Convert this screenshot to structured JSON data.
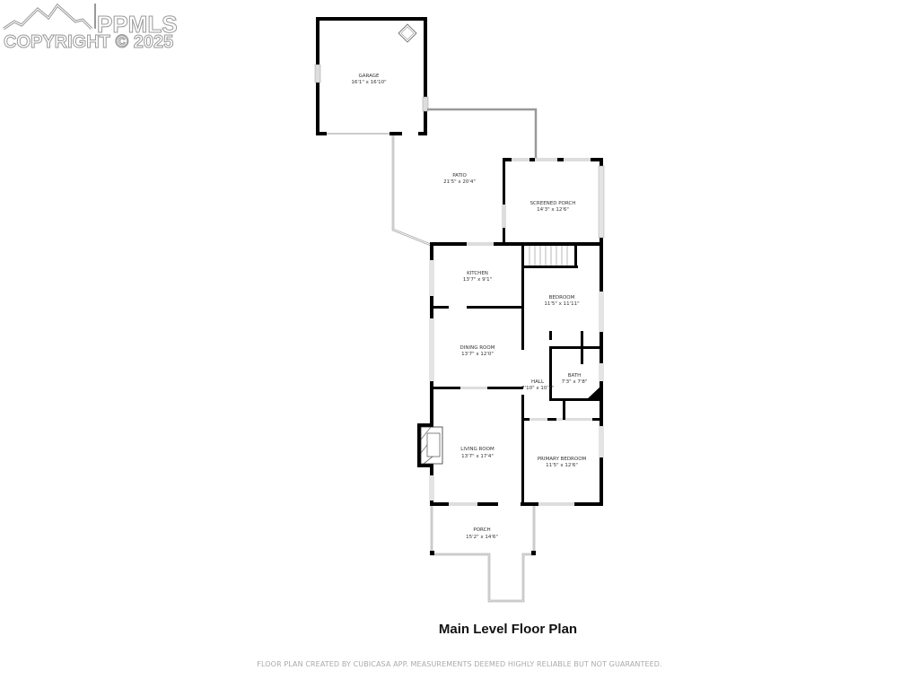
{
  "watermark": {
    "brand": "PPMLS",
    "copyright": "COPYRIGHT © 2025"
  },
  "rooms": {
    "garage": {
      "name": "GARAGE",
      "size": "16'1\" x 16'10\""
    },
    "patio": {
      "name": "PATIO",
      "size": "21'5\" x 20'4\""
    },
    "screened_porch": {
      "name": "SCREENED PORCH",
      "size": "14'3\" x 12'6\""
    },
    "kitchen": {
      "name": "KITCHEN",
      "size": "13'7\" x 9'1\""
    },
    "bedroom": {
      "name": "BEDROOM",
      "size": "11'5\" x 11'11\""
    },
    "dining_room": {
      "name": "DINING ROOM",
      "size": "13'7\" x 12'0\""
    },
    "hall": {
      "name": "HALL",
      "size": "7'10\" x 10'7\""
    },
    "bath": {
      "name": "BATH",
      "size": "7'3\" x 7'8\""
    },
    "living_room": {
      "name": "LIVING ROOM",
      "size": "13'7\" x 17'4\""
    },
    "primary_bedroom": {
      "name": "PRIMARY BEDROOM",
      "size": "11'5\" x 12'6\""
    },
    "porch": {
      "name": "PORCH",
      "size": "15'2\" x 14'6\""
    }
  },
  "title": "Main Level Floor Plan",
  "footer": "FLOOR PLAN CREATED BY CUBICASA APP. MEASUREMENTS DEEMED HIGHLY RELIABLE BUT NOT GUARANTEED."
}
